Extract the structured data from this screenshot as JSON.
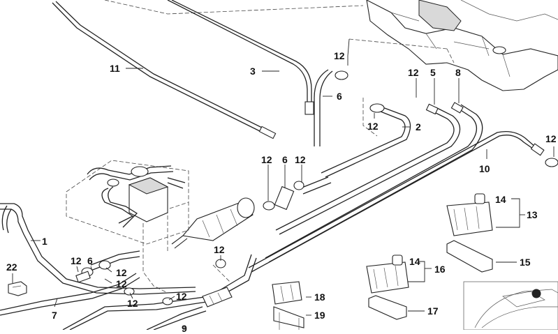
{
  "labels": {
    "l1": "1",
    "l2": "2",
    "l3": "3",
    "l5": "5",
    "l6a": "6",
    "l6b": "6",
    "l6c": "6",
    "l7": "7",
    "l8": "8",
    "l9": "9",
    "l10": "10",
    "l11": "11",
    "l12a": "12",
    "l12b": "12",
    "l12c": "12",
    "l12d": "12",
    "l12e": "12",
    "l12f": "12",
    "l12g": "12",
    "l12h": "12",
    "l12i": "12",
    "l12j": "12",
    "l12k": "12",
    "l12l": "12",
    "l13": "13",
    "l14a": "14",
    "l14b": "14",
    "l15": "15",
    "l16": "16",
    "l17": "17",
    "l18": "18",
    "l19": "19",
    "l22": "22"
  },
  "colors": {
    "line": "#222222",
    "shade": "#d9d9d9",
    "background": "#ffffff"
  }
}
